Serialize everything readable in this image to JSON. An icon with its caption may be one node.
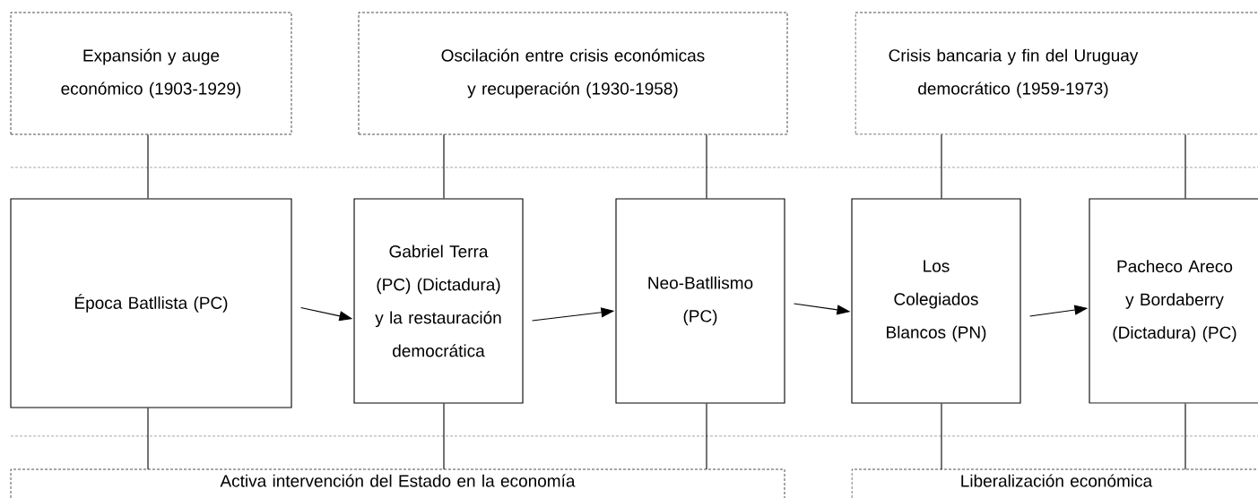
{
  "diagram": {
    "nodes": [
      {
        "text": [
          "Expansión y auge económico (1903-1929)"
        ]
      },
      {
        "text": [
          "Oscilación entre crisis económicas y recuperación (1930-1958)"
        ]
      },
      {
        "text": [
          "Crisis bancaria y fin del Uruguay democrático (1959-1973)"
        ]
      },
      {
        "text": [
          "Época Batllista (PC)"
        ]
      },
      {
        "text": [
          "Gabriel Terra (PC) (Dictadura) y la restauración democrática"
        ]
      },
      {
        "text": [
          "Neo-Batllismo (PC)"
        ]
      },
      {
        "text": [
          "Los Colegiados Blancos (PN)"
        ]
      },
      {
        "text": [
          "Pacheco Areco y Bordaberry (Dictadura) (PC)"
        ]
      },
      {
        "text": [
          "Activa intervención del Estado en la economía"
        ]
      },
      {
        "text": [
          "Liberalización económica"
        ]
      }
    ],
    "edges": [
      {
        "from": 0,
        "to": 3,
        "arrow": "none"
      },
      {
        "from": 1,
        "to": 4,
        "arrow": "none"
      },
      {
        "from": 1,
        "to": 5,
        "arrow": "none"
      },
      {
        "from": 2,
        "to": 6,
        "arrow": "none"
      },
      {
        "from": 2,
        "to": 7,
        "arrow": "none"
      },
      {
        "from": 3,
        "to": 4,
        "arrow": "to"
      },
      {
        "from": 4,
        "to": 5,
        "arrow": "to"
      },
      {
        "from": 5,
        "to": 6,
        "arrow": "to"
      },
      {
        "from": 6,
        "to": 7,
        "arrow": "to"
      },
      {
        "from": 3,
        "to": 8,
        "arrow": "none"
      },
      {
        "from": 4,
        "to": 8,
        "arrow": "none"
      },
      {
        "from": 5,
        "to": 8,
        "arrow": "none"
      },
      {
        "from": 6,
        "to": 9,
        "arrow": "none"
      },
      {
        "from": 7,
        "to": 9,
        "arrow": "none"
      }
    ]
  }
}
